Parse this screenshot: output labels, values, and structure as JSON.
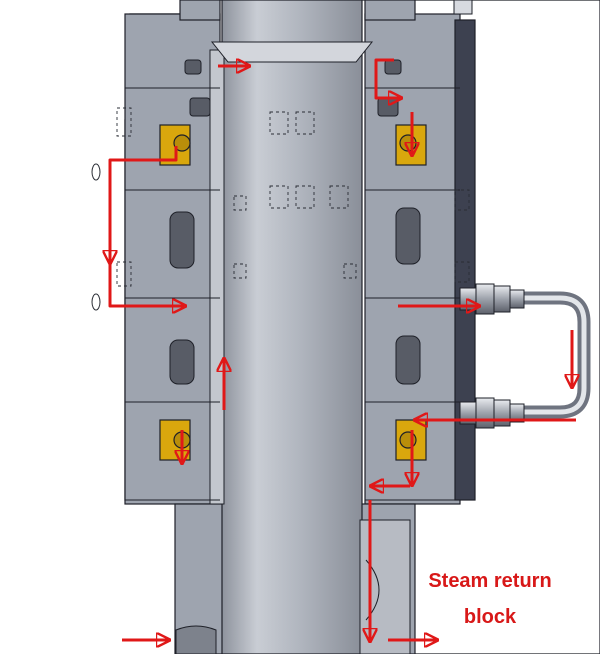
{
  "diagram": {
    "caption_line1": "Steam return",
    "caption_line2": "block",
    "colors": {
      "housing": "#9ea4af",
      "housing_dark": "#6f7480",
      "shaft": "#b3b8c2",
      "cover": "#3d4150",
      "seal_yellow": "#d9a70d",
      "o_ring": "#585c66",
      "flow_arrow": "#e01818",
      "edge": "#1e2028"
    },
    "icons": [
      "flow-arrow",
      "o-ring",
      "seal-face",
      "tube-fitting",
      "bolt"
    ]
  }
}
